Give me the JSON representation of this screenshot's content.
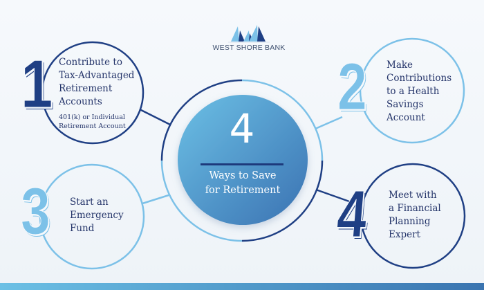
{
  "brand": {
    "name": "WEST SHORE BANK",
    "logo_icon": "sailboats-icon",
    "colors": {
      "navy": "#1f3f84",
      "light_blue": "#7cc1e8",
      "center_gradient_start": "#6cc0e5",
      "center_gradient_end": "#3a74b0"
    }
  },
  "center": {
    "number": "4",
    "title": "Ways to Save for Retirement",
    "title_line1": "Ways to Save",
    "title_line2": "for Retirement"
  },
  "steps": [
    {
      "number": "1",
      "lines": [
        "Contribute to",
        "Tax-Advantaged",
        "Retirement",
        "Accounts"
      ],
      "sub_lines": [
        "401(k) or Individual",
        "Retirement Account"
      ],
      "color": "navy"
    },
    {
      "number": "2",
      "lines": [
        "Make",
        "Contributions",
        "to a Health",
        "Savings",
        "Account"
      ],
      "color": "light_blue"
    },
    {
      "number": "3",
      "lines": [
        "Start an",
        "Emergency",
        "Fund"
      ],
      "color": "light_blue"
    },
    {
      "number": "4",
      "lines": [
        "Meet with",
        "a Financial",
        "Planning",
        "Expert"
      ],
      "color": "navy"
    }
  ]
}
